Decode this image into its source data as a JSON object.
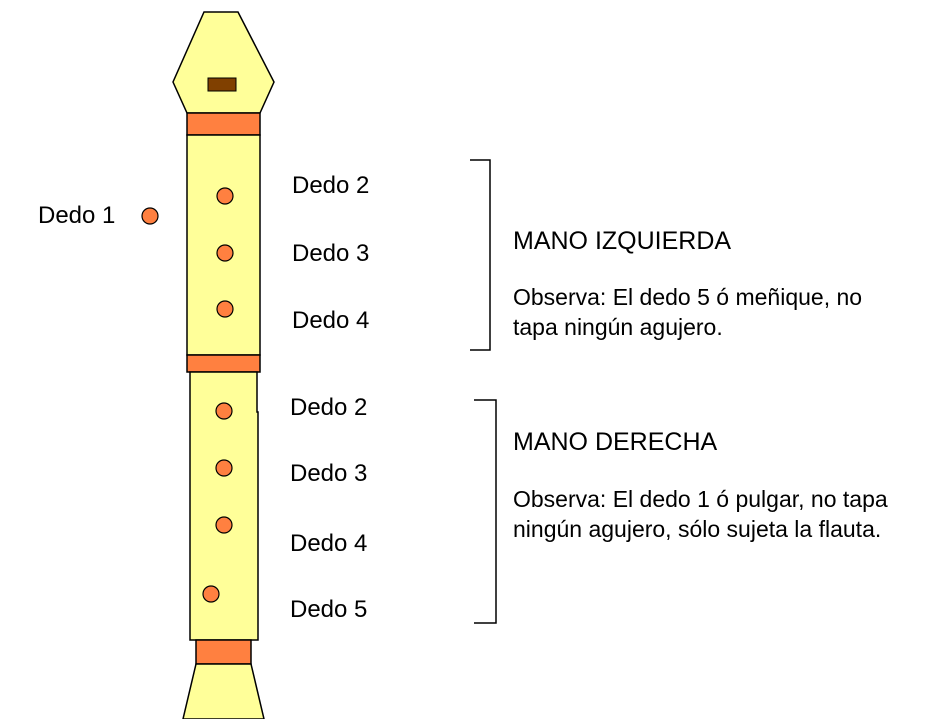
{
  "colors": {
    "body": "#FFFF99",
    "outline": "#000000",
    "band": "#FF8040",
    "hole": "#FF8040",
    "window": "#804000",
    "background": "#FFFFFF"
  },
  "labels": {
    "thumb_left": "Dedo 1",
    "left_hand": [
      "Dedo 2",
      "Dedo 3",
      "Dedo 4"
    ],
    "right_hand": [
      "Dedo 2",
      "Dedo 3",
      "Dedo 4",
      "Dedo 5"
    ]
  },
  "left_hand": {
    "title": "MANO IZQUIERDA",
    "note": "Observa: El dedo 5 ó meñique, no tapa ningún agujero."
  },
  "right_hand": {
    "title": "MANO DERECHA",
    "note": "Observa: El dedo 1 ó pulgar, no tapa ningún agujero, sólo sujeta la flauta."
  }
}
